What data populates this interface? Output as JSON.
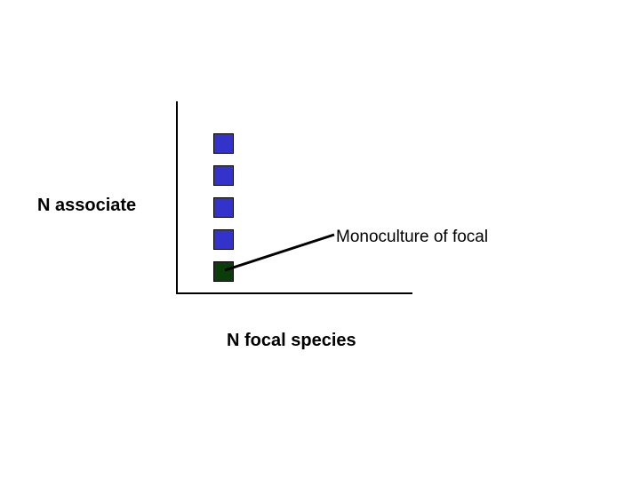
{
  "labels": {
    "y_axis": "N associate",
    "x_axis": "N  focal species",
    "callout": "Monoculture of focal"
  },
  "squares": [
    {
      "role": "associate",
      "color": "#3333cc"
    },
    {
      "role": "associate",
      "color": "#3333cc"
    },
    {
      "role": "associate",
      "color": "#3333cc"
    },
    {
      "role": "associate",
      "color": "#3333cc"
    },
    {
      "role": "focal",
      "color": "#0b3d0b"
    }
  ],
  "colors": {
    "axis": "#000000",
    "associate": "#3333cc",
    "focal": "#0b3d0b"
  }
}
